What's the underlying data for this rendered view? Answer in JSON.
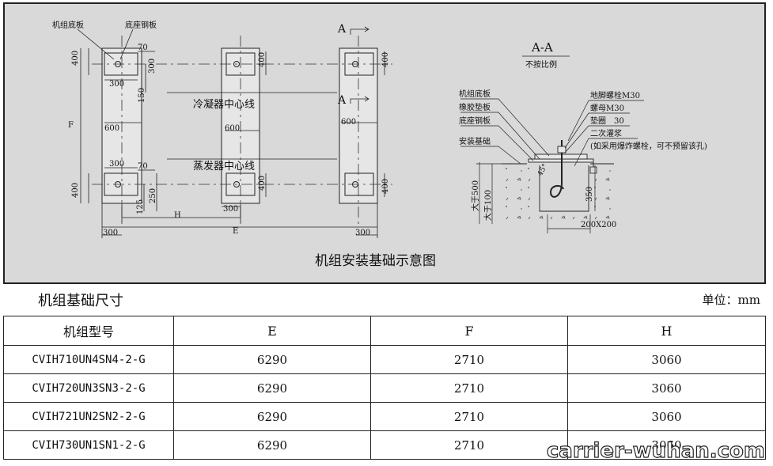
{
  "drawing": {
    "caption": "机组安装基础示意图",
    "plan_labels": {
      "unit_base_plate": "机组底板",
      "base_steel_plate": "底座钢板",
      "condenser_center": "冷凝器中心线",
      "evaporator_center": "蒸发器中心线",
      "section_mark": "A",
      "dim_70": "70",
      "dim_300": "300",
      "dim_400": "400",
      "dim_150": "150",
      "dim_600": "600",
      "dim_125": "125",
      "dim_250": "250",
      "dim_F": "F",
      "dim_E": "E",
      "dim_H": "H"
    },
    "section": {
      "title": "A-A",
      "subtitle": "不按比例",
      "left_labels": [
        "机组底板",
        "橡胶垫板",
        "底座钢板",
        "安装基础"
      ],
      "right_labels": [
        "地脚螺栓M30",
        "螺母M30",
        "垫圈　30",
        "二次灌浆",
        "(如采用爆炸螺栓，可不预留该孔)"
      ],
      "dim_gt500": "大于500",
      "dim_gt100": "大于100",
      "dim_350": "350",
      "dim_200x200": "200X200",
      "angle": "45°"
    }
  },
  "section_title": "机组基础尺寸",
  "unit_label": "单位：mm",
  "table": {
    "headers": [
      "机组型号",
      "E",
      "F",
      "H"
    ],
    "rows": [
      [
        "CVIH710UN4SN4-2-G",
        "6290",
        "2710",
        "3060"
      ],
      [
        "CVIH720UN3SN3-2-G",
        "6290",
        "2710",
        "3060"
      ],
      [
        "CVIH721UN2SN2-2-G",
        "6290",
        "2710",
        "3060"
      ],
      [
        "CVIH730UN1SN1-2-G",
        "6290",
        "2710",
        "3060"
      ]
    ]
  },
  "watermark": "carrier-wuhan.com"
}
